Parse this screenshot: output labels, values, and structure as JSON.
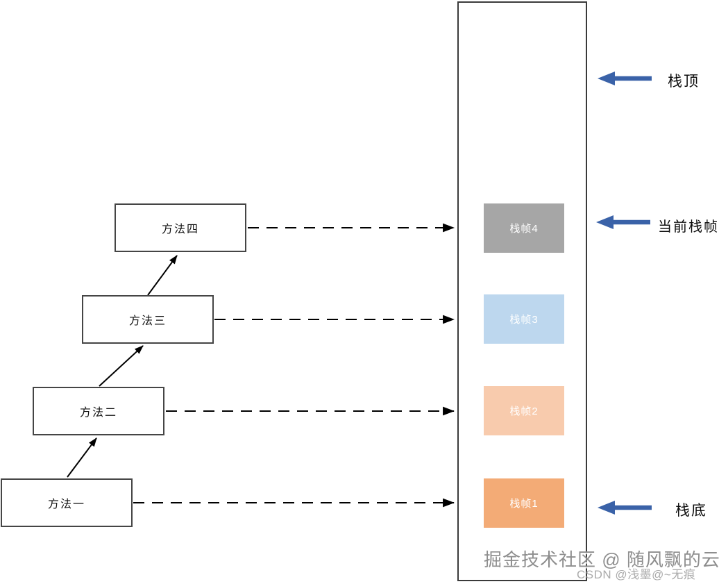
{
  "methods": [
    {
      "label": "方法一"
    },
    {
      "label": "方法二"
    },
    {
      "label": "方法三"
    },
    {
      "label": "方法四"
    }
  ],
  "stack": {
    "frames": [
      {
        "label": "栈帧4",
        "color": "#a6a6a6"
      },
      {
        "label": "栈帧3",
        "color": "#bdd7ee"
      },
      {
        "label": "栈帧2",
        "color": "#f8cbad"
      },
      {
        "label": "栈帧1",
        "color": "#f3ab76"
      }
    ]
  },
  "annotations": {
    "top": "栈顶",
    "current": "当前栈帧",
    "bottom": "栈底",
    "arrow_color": "#3a62a8"
  },
  "watermarks": {
    "line1": "掘金技术社区 @ 随风飘的云",
    "line2": "CSDN @浅墨@~无痕"
  }
}
